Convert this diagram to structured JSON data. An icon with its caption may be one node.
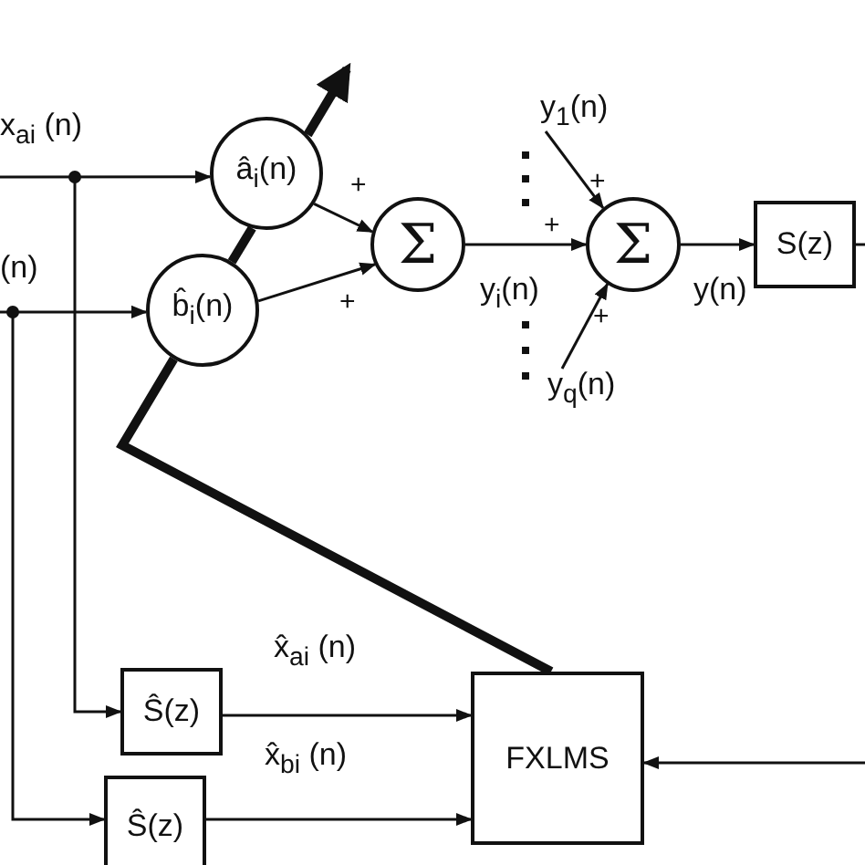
{
  "diagram": {
    "nodes": [
      {
        "text": [
          "â$_{i}$(n)"
        ]
      },
      {
        "text": [
          "b̂$_{i}$(n)"
        ]
      },
      {
        "text": [
          "Σ"
        ]
      },
      {
        "text": [
          "Σ"
        ]
      },
      {
        "text": [
          "S(z)"
        ]
      },
      {
        "text": [
          "Ŝ(z)"
        ]
      },
      {
        "text": [
          "Ŝ(z)"
        ]
      },
      {
        "text": [
          "FXLMS"
        ]
      },
      {
        "text": [
          "y$_{1}$(n)"
        ]
      },
      {
        "text": [
          "y$_{q}$(n)"
        ]
      },
      {
        "text": [
          "x$_{ai}$ (n)"
        ]
      },
      {
        "text": [
          "(n)"
        ]
      }
    ],
    "edges": [
      {
        "from": 10,
        "to": 0,
        "arrow": "to"
      },
      {
        "from": 10,
        "to": 5,
        "arrow": "to"
      },
      {
        "from": 11,
        "to": 1,
        "arrow": "to"
      },
      {
        "from": 11,
        "to": 6,
        "arrow": "to"
      },
      {
        "from": 0,
        "to": 2,
        "arrow": "to"
      },
      {
        "from": 1,
        "to": 2,
        "arrow": "to"
      },
      {
        "from": 2,
        "to": 3,
        "arrow": "to",
        "label": "y$_{i}$(n)"
      },
      {
        "from": 8,
        "to": 3,
        "arrow": "to"
      },
      {
        "from": 9,
        "to": 3,
        "arrow": "to"
      },
      {
        "from": 3,
        "to": 4,
        "arrow": "to",
        "label": "y(n)"
      },
      {
        "from": 4,
        "to": null,
        "arrow": "none"
      },
      {
        "from": 5,
        "to": 7,
        "arrow": "to",
        "label": "x̂$_{ai}$ (n)"
      },
      {
        "from": 6,
        "to": 7,
        "arrow": "to",
        "label": "x̂$_{bi}$ (n)"
      },
      {
        "from": null,
        "to": 7,
        "arrow": "to"
      },
      {
        "from": 7,
        "to": 1,
        "arrow": "none",
        "style": "thick"
      },
      {
        "from": 1,
        "to": 0,
        "arrow": "none",
        "style": "thick"
      },
      {
        "from": 0,
        "to": null,
        "arrow": "to",
        "style": "thick"
      }
    ],
    "labels": [
      "+",
      "+",
      "+",
      "+",
      "+"
    ]
  }
}
